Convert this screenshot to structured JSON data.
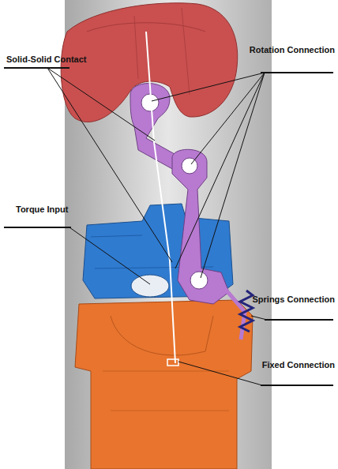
{
  "diagram": {
    "labels": [
      "Solid-Solid Contact",
      "Rotation Connection",
      "Torque Input",
      "Springs Connection",
      "Fixed Connection"
    ]
  }
}
